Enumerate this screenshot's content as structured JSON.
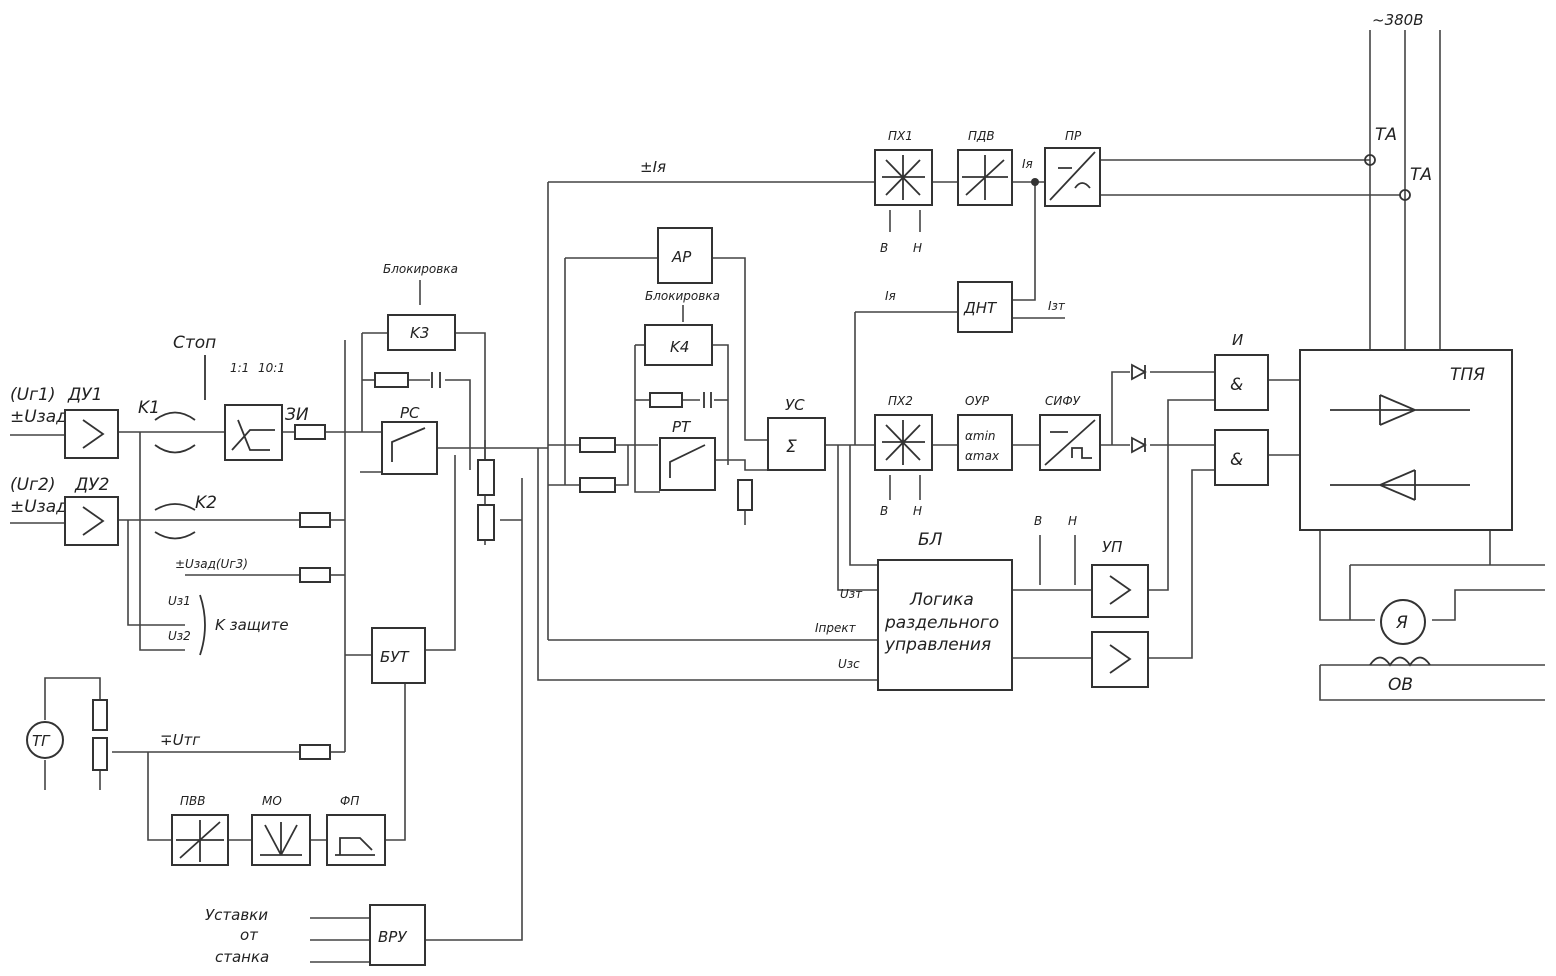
{
  "labels": {
    "supply": "~380В",
    "du1": "ДУ1",
    "du2": "ДУ2",
    "ur1": "(Uг1)",
    "ur2": "(Uг2)",
    "uzad1": "±Uзад",
    "uzad2": "±Uзад",
    "k1": "K1",
    "k2": "K2",
    "stop": "Стоп",
    "ratio1": "1:1",
    "ratio10": "10:1",
    "zi": "ЗИ",
    "blokirovka1": "Блокировка",
    "blokirovka2": "Блокировка",
    "k3": "K3",
    "k4": "K4",
    "rs": "РС",
    "ar": "АР",
    "rt": "РТ",
    "us": "УС",
    "px1": "ПХ1",
    "px2": "ПХ2",
    "pdv_top": "ПДВ",
    "pr": "ПР",
    "dnt": "ДНТ",
    "our": "ОУР",
    "our_min": "αmin",
    "our_max": "αmax",
    "sifu": "СИФУ",
    "bl": "БЛ",
    "bl_text1": "Логика",
    "bl_text2": "раздельного",
    "bl_text3": "управления",
    "up": "УП",
    "and_label": "И",
    "amp": "&",
    "tpya": "ТПЯ",
    "ta1": "ТА",
    "ta2": "ТА",
    "ya": "Я",
    "ov": "ОВ",
    "tg": "ТГ",
    "but": "БУТ",
    "pvv": "ПВВ",
    "mo": "МО",
    "fp": "ФП",
    "vru": "ВРУ",
    "ustavki1": "Уставки",
    "ustavki2": "от",
    "ustavki3": "станка",
    "k_zashchite": "K защите",
    "uzad3": "±Uзад(Uг3)",
    "utg": "∓Uтг",
    "uz1": "Uз1",
    "uz2": "Uз2",
    "ia_top": "±Iя",
    "ia_mid": "Iя",
    "ia_right": "Iя",
    "izt": "Iзт",
    "v1": "В",
    "n1": "Н",
    "v2": "В",
    "n2": "Н",
    "v3": "В",
    "n3": "Н",
    "uzt": "Uзт",
    "iprekt": "Iпрект",
    "uzc": "Uзс"
  },
  "colors": {
    "ink": "#333333",
    "paper": "#ffffff"
  }
}
